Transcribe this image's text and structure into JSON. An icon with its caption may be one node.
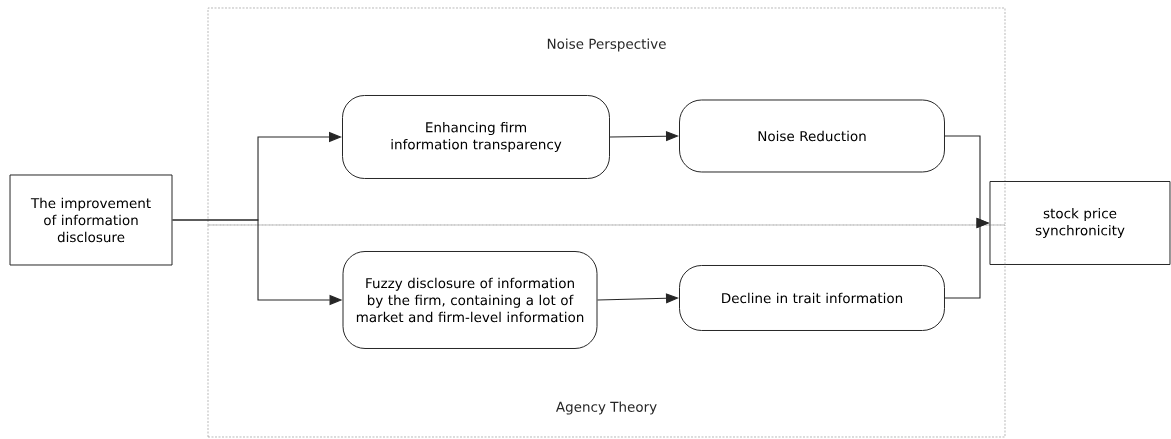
{
  "diagram": {
    "nodes": [
      {
        "text": [
          "The improvement of information disclosure"
        ]
      },
      {
        "text": [
          "Noise Perspective"
        ]
      },
      {
        "text": [
          "Enhancing firm information transparency"
        ],
        "in": 1
      },
      {
        "text": [
          "Noise Reduction"
        ],
        "in": 1
      },
      {
        "text": [
          "stock price synchronicity"
        ]
      },
      {
        "text": [
          "Agency Theory"
        ]
      },
      {
        "text": [
          "Fuzzy disclosure of information by the firm, containing a lot of market and firm-level information"
        ],
        "in": 5
      },
      {
        "text": [
          "Decline in trait information"
        ],
        "in": 5
      }
    ],
    "edges": [
      {
        "from": 0,
        "to": 2,
        "arrow": "to"
      },
      {
        "from": 0,
        "to": 6,
        "arrow": "to"
      },
      {
        "from": 2,
        "to": 3,
        "arrow": "to"
      },
      {
        "from": 6,
        "to": 7,
        "arrow": "to"
      },
      {
        "from": 3,
        "to": 4,
        "arrow": "to"
      },
      {
        "from": 7,
        "to": 4,
        "arrow": "to"
      }
    ]
  }
}
